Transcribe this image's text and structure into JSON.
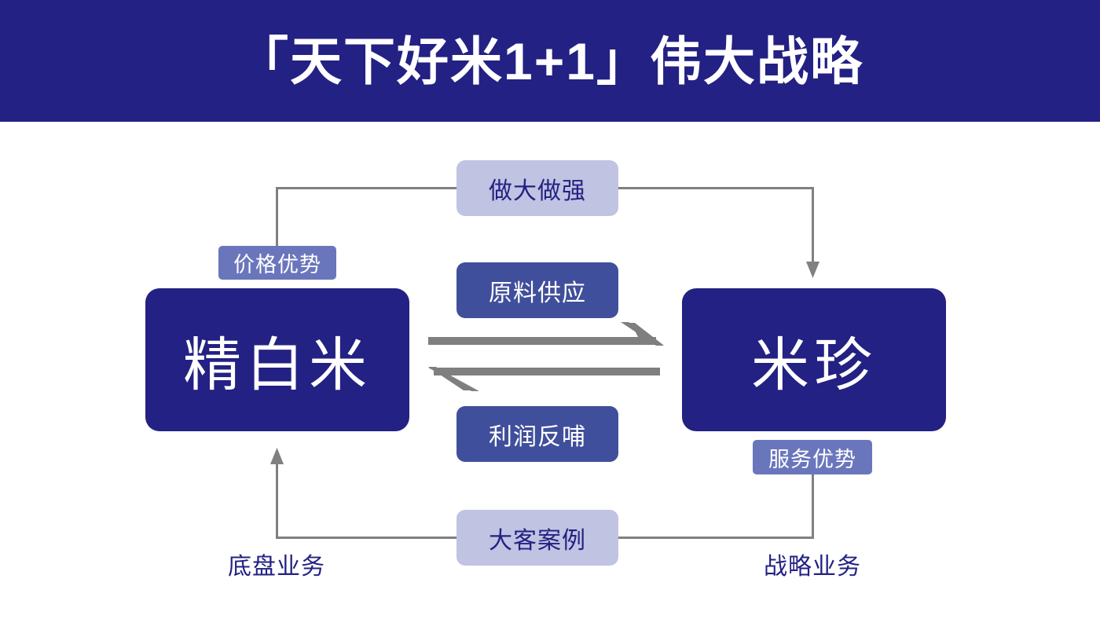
{
  "header": {
    "title": "「天下好米1+1」伟大战略",
    "background_color": "#232183",
    "text_color": "#ffffff"
  },
  "colors": {
    "navy": "#232183",
    "mid_blue": "#404f9b",
    "periwinkle": "#6a76bc",
    "lavender": "#c0c3e1",
    "connector_gray": "#808080",
    "arrow_gray": "#7f7f7f",
    "page_background": "#ffffff"
  },
  "diagram": {
    "type": "two-pillar-cycle",
    "pillars": [
      {
        "id": "left",
        "label": "精白米",
        "caption": "底盘业务",
        "tag": "价格优势"
      },
      {
        "id": "right",
        "label": "米珍",
        "caption": "战略业务",
        "tag": "服务优势"
      }
    ],
    "flows": [
      {
        "id": "scale",
        "label": "做大做强",
        "style": "light",
        "direction": "left-to-right-outer-top"
      },
      {
        "id": "supply",
        "label": "原料供应",
        "style": "mid",
        "direction": "left-to-right"
      },
      {
        "id": "profit",
        "label": "利润反哺",
        "style": "mid",
        "direction": "right-to-left"
      },
      {
        "id": "case",
        "label": "大客案例",
        "style": "light",
        "direction": "right-to-left-outer-bottom"
      }
    ],
    "arrows": [
      {
        "id": "supply-arrow",
        "from": "精白米",
        "to": "米珍",
        "direction": "right"
      },
      {
        "id": "profit-arrow",
        "from": "米珍",
        "to": "精白米",
        "direction": "left"
      },
      {
        "id": "scale-arrow",
        "from": "价格优势",
        "to": "米珍",
        "direction": "down"
      },
      {
        "id": "case-arrow",
        "from": "服务优势",
        "to": "精白米",
        "direction": "up"
      }
    ]
  }
}
